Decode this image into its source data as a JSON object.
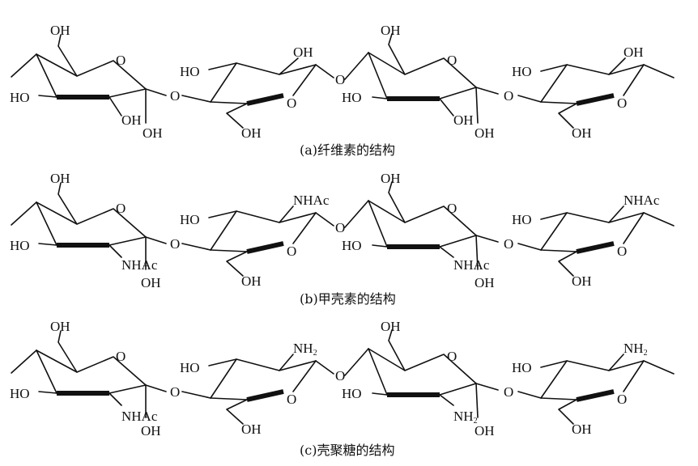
{
  "rows": [
    {
      "caption": "(a)纤维素的结构",
      "units": [
        {
          "ch2oh": "OH",
          "ring_o": "O",
          "left_oh": "HO",
          "sub_a": "OH",
          "sub_b": "OH"
        },
        {
          "bridge": "O",
          "top": "OH",
          "left_oh": "HO",
          "ring_o": "O",
          "ch2oh": "OH"
        },
        {
          "bridge": "O",
          "ch2oh": "OH",
          "ring_o": "O",
          "left_oh": "HO",
          "sub_a": "OH",
          "sub_b": "OH"
        },
        {
          "bridge": "O",
          "top": "OH",
          "left_oh": "HO",
          "ring_o": "O",
          "ch2oh": "OH"
        }
      ]
    },
    {
      "caption": "(b)甲壳素的结构",
      "units": [
        {
          "ch2oh": "OH",
          "ring_o": "O",
          "left_oh": "HO",
          "sub_a": "NHAc",
          "sub_b": "OH"
        },
        {
          "bridge": "O",
          "top": "NHAc",
          "left_oh": "HO",
          "ring_o": "O",
          "ch2oh": "OH"
        },
        {
          "bridge": "O",
          "ch2oh": "OH",
          "ring_o": "O",
          "left_oh": "HO",
          "sub_a": "NHAc",
          "sub_b": "OH"
        },
        {
          "bridge": "O",
          "top": "NHAc",
          "left_oh": "HO",
          "ring_o": "O",
          "ch2oh": "OH"
        }
      ]
    },
    {
      "caption": "(c)壳聚糖的结构",
      "units": [
        {
          "ch2oh": "OH",
          "ring_o": "O",
          "left_oh": "HO",
          "sub_a": "NHAc",
          "sub_b": "OH"
        },
        {
          "bridge": "O",
          "top": "NH",
          "top_sub": "2",
          "left_oh": "HO",
          "ring_o": "O",
          "ch2oh": "OH"
        },
        {
          "bridge": "O",
          "ch2oh": "OH",
          "ring_o": "O",
          "left_oh": "HO",
          "sub_a": "NH",
          "sub_a_sub": "2",
          "sub_b": "OH"
        },
        {
          "bridge": "O",
          "top": "NH",
          "top_sub": "2",
          "left_oh": "HO",
          "ring_o": "O",
          "ch2oh": "OH"
        }
      ]
    }
  ]
}
